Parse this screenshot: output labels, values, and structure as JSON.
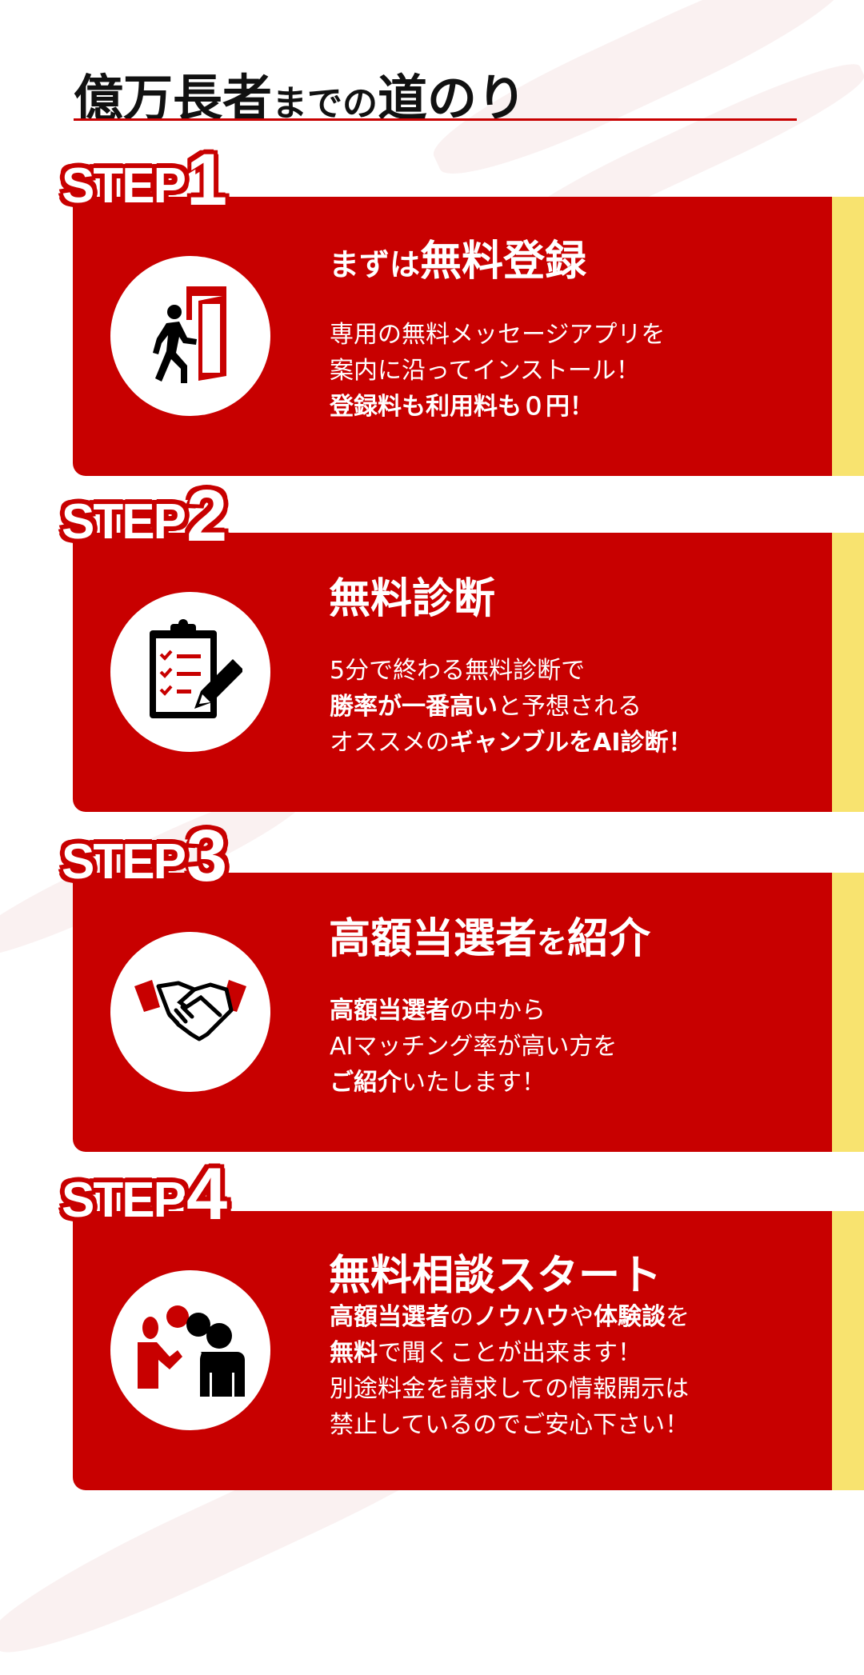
{
  "header": {
    "title_big1": "億万長者",
    "title_small": "までの",
    "title_big2": "道のり"
  },
  "colors": {
    "red": "#c80000",
    "yellow": "#f8e36f"
  },
  "steps": [
    {
      "word": "STEP",
      "num": "1",
      "icon": "person-entering-door-icon",
      "title": [
        {
          "t": "まずは",
          "s": 0
        },
        {
          "t": "無料登録",
          "s": 1
        }
      ],
      "lines": [
        [
          {
            "t": "専用の無料メッセージアプリを",
            "b": 0
          }
        ],
        [
          {
            "t": "案内に沿ってインストール！",
            "b": 0
          }
        ],
        [
          {
            "t": "登録料も利用料も０円！",
            "b": 1
          }
        ]
      ]
    },
    {
      "word": "STEP",
      "num": "2",
      "icon": "clipboard-checklist-icon",
      "title": [
        {
          "t": "無料診断",
          "s": 1
        }
      ],
      "lines": [
        [
          {
            "t": "5分で終わる無料診断で",
            "b": 0
          }
        ],
        [
          {
            "t": "勝率が一番高い",
            "b": 1
          },
          {
            "t": "と予想される",
            "b": 0
          }
        ],
        [
          {
            "t": "オススメの",
            "b": 0
          },
          {
            "t": "ギャンブルをAI診断！",
            "b": 1
          }
        ]
      ]
    },
    {
      "word": "STEP",
      "num": "3",
      "icon": "handshake-icon",
      "title": [
        {
          "t": "高額当選者",
          "s": 1
        },
        {
          "t": "を",
          "s": 0
        },
        {
          "t": "紹介",
          "s": 1
        }
      ],
      "lines": [
        [
          {
            "t": "高額当選者",
            "b": 1
          },
          {
            "t": "の中から",
            "b": 0
          }
        ],
        [
          {
            "t": "AIマッチング率が高い方を",
            "b": 0
          }
        ],
        [
          {
            "t": "ご紹介",
            "b": 1
          },
          {
            "t": "いたします！",
            "b": 0
          }
        ]
      ]
    },
    {
      "word": "STEP",
      "num": "4",
      "icon": "people-consultation-icon",
      "title": [
        {
          "t": "無料相談スタート",
          "s": 1
        }
      ],
      "lines": [
        [
          {
            "t": "高額当選者",
            "b": 1
          },
          {
            "t": "の",
            "b": 0
          },
          {
            "t": "ノウハウ",
            "b": 1
          },
          {
            "t": "や",
            "b": 0
          },
          {
            "t": "体験談",
            "b": 1
          },
          {
            "t": "を",
            "b": 0
          }
        ],
        [
          {
            "t": "無料",
            "b": 1
          },
          {
            "t": "で聞くことが出来ます！",
            "b": 0
          }
        ],
        [
          {
            "t": "別途料金を請求しての情報開示は",
            "b": 0
          }
        ],
        [
          {
            "t": "禁止しているのでご安心下さい！",
            "b": 0
          }
        ]
      ]
    }
  ]
}
